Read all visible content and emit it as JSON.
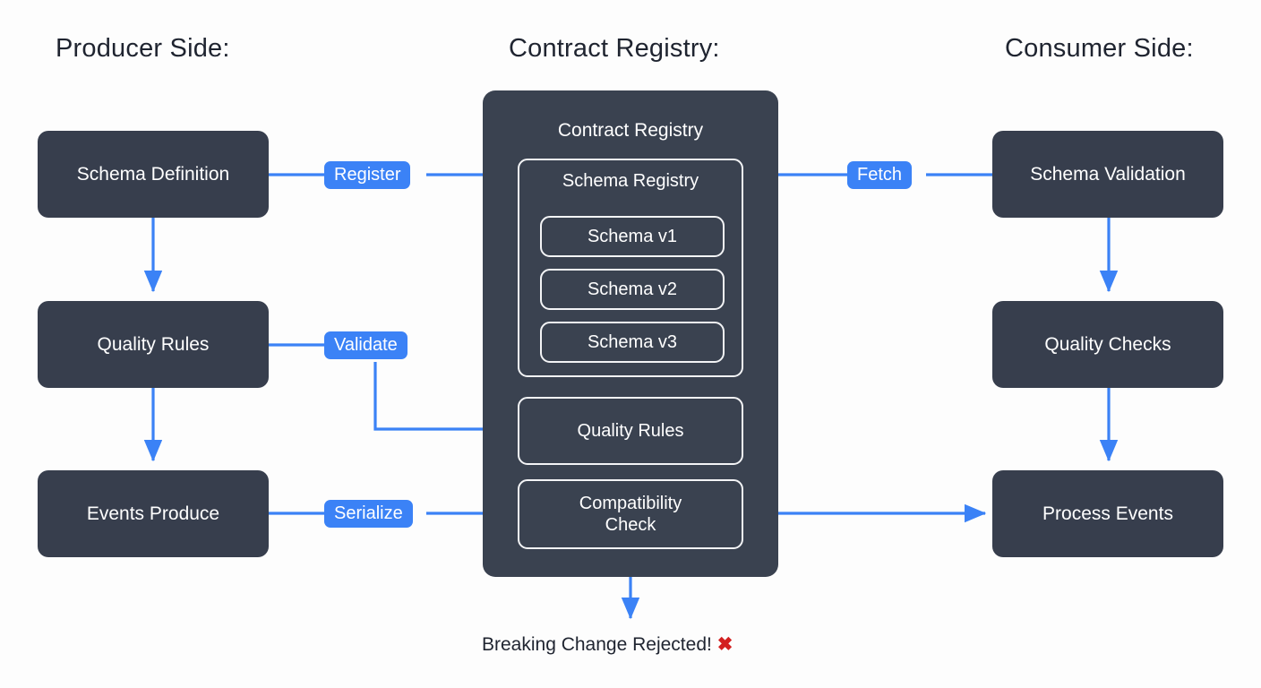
{
  "columns": {
    "producer": "Producer Side:",
    "registry": "Contract Registry:",
    "consumer": "Consumer Side:"
  },
  "producer_nodes": [
    {
      "id": "schema-definition",
      "label": "Schema Definition"
    },
    {
      "id": "quality-rules",
      "label": "Quality Rules"
    },
    {
      "id": "events-produce",
      "label": "Events Produce"
    }
  ],
  "consumer_nodes": [
    {
      "id": "schema-validation",
      "label": "Schema Validation"
    },
    {
      "id": "quality-checks",
      "label": "Quality Checks"
    },
    {
      "id": "process-events",
      "label": "Process Events"
    }
  ],
  "registry": {
    "title": "Contract Registry",
    "schema_registry": {
      "title": "Schema Registry",
      "versions": [
        "Schema v1",
        "Schema v2",
        "Schema v3"
      ]
    },
    "quality_rules": "Quality Rules",
    "compatibility_check": "Compatibility\nCheck"
  },
  "edge_labels": {
    "register": "Register",
    "validate": "Validate",
    "serialize": "Serialize",
    "fetch": "Fetch"
  },
  "footer": {
    "text": "Breaking Change Rejected!",
    "icon": "✖"
  },
  "colors": {
    "node_fill": "#373e4d",
    "panel_fill": "#3a4250",
    "accent_blue": "#3b82f6",
    "label_text": "#ffffff",
    "heading_text": "#1f2430",
    "reject_red": "#d32020",
    "background": "#fdfdfd",
    "sub_border": "#f3f4f6"
  }
}
